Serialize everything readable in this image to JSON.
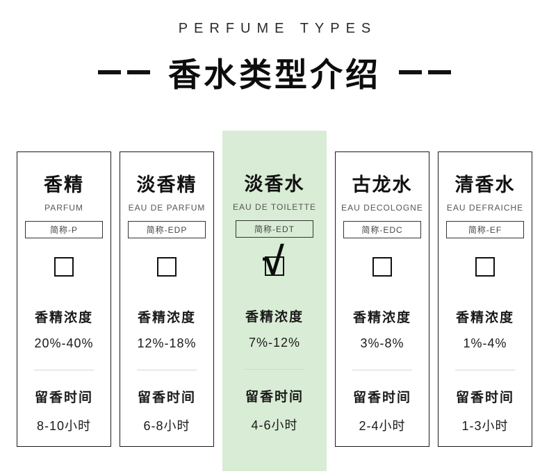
{
  "header": {
    "eyebrow": "PERFUME TYPES",
    "title": "香水类型介绍"
  },
  "colors": {
    "highlight_bg": "#d9ecd5",
    "card_border": "#1a1a1a",
    "text": "#1a1a1a",
    "muted": "#555555"
  },
  "cards": [
    {
      "name_cn": "香精",
      "name_en": "PARFUM",
      "abbr": "简称-P",
      "check": "",
      "concentration_label": "香精浓度",
      "concentration_value": "20%-40%",
      "duration_label": "留香时间",
      "duration_value": "8-10小时"
    },
    {
      "name_cn": "淡香精",
      "name_en": "EAU DE PARFUM",
      "abbr": "简称-EDP",
      "check": "",
      "concentration_label": "香精浓度",
      "concentration_value": "12%-18%",
      "duration_label": "留香时间",
      "duration_value": "6-8小时"
    },
    {
      "name_cn": "淡香水",
      "name_en": "EAU DE TOILETTE",
      "abbr": "简称-EDT",
      "check": "√",
      "concentration_label": "香精浓度",
      "concentration_value": "7%-12%",
      "duration_label": "留香时间",
      "duration_value": "4-6小时"
    },
    {
      "name_cn": "古龙水",
      "name_en": "EAU DECOLOGNE",
      "abbr": "简称-EDC",
      "check": "",
      "concentration_label": "香精浓度",
      "concentration_value": "3%-8%",
      "duration_label": "留香时间",
      "duration_value": "2-4小时"
    },
    {
      "name_cn": "清香水",
      "name_en": "EAU DEFRAICHE",
      "abbr": "简称-EF",
      "check": "",
      "concentration_label": "香精浓度",
      "concentration_value": "1%-4%",
      "duration_label": "留香时间",
      "duration_value": "1-3小时"
    }
  ]
}
